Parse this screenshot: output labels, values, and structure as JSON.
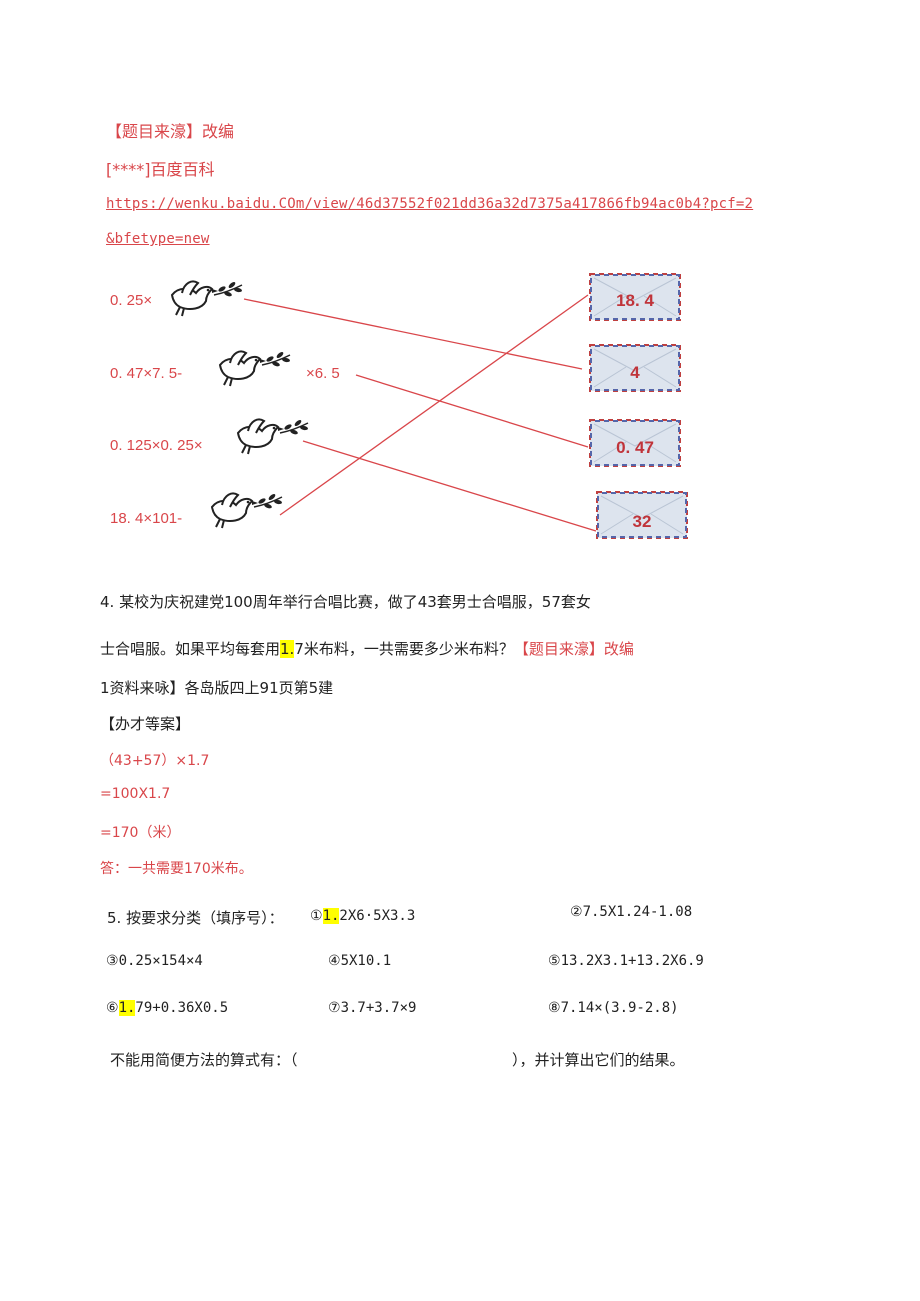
{
  "source1": {
    "label": "【题目来濠】",
    "value": "改编",
    "ref_label": "[****]",
    "ref_value": "百度百科",
    "url_line1": "https://wenku.baidu.COm/view/46d37552f021dd36a32d7375a417866fb94ac0b4?pcf=2",
    "url_line2": "&bfetype=new"
  },
  "matching": {
    "left": [
      "0. 25×",
      "0. 47×7. 5-",
      "×6. 5",
      "0. 125×0. 25×",
      "18. 4×101-"
    ],
    "right": [
      "18. 4",
      "4",
      "0. 47",
      "32"
    ],
    "line_color": "#d9464a"
  },
  "q4": {
    "line1": "4. 某校为庆祝建党100周年举行合唱比赛，做了43套男士合唱服，57套女",
    "line2_a": "士合唱服。如果平均每套用",
    "line2_hl": "1.",
    "line2_b": "7米布料，一共需要多少米布料？",
    "src_label": "【题目来濠】",
    "src_value": "改编",
    "source_line": "1资料来咏】各岛版四上91页第5建",
    "answer_label": "【办才等案】",
    "steps": [
      "（43+57）×1.7",
      "=100X1.7",
      "=170（米）"
    ],
    "final": "答：一共需要170米布。"
  },
  "q5": {
    "prompt": "5. 按要求分类（填序号）：",
    "items": [
      {
        "num": "①",
        "hl": "1.",
        "text": "2X6·5X3.3"
      },
      {
        "num": "②",
        "hl": "",
        "text": "7.5X1.24-1.08"
      },
      {
        "num": "③",
        "hl": "",
        "text": "0.25×154×4"
      },
      {
        "num": "④",
        "hl": "",
        "text": "5X10.1"
      },
      {
        "num": "⑤",
        "hl": "",
        "text": "13.2X3.1+13.2X6.9"
      },
      {
        "num": "⑥",
        "hl": "1.",
        "text": "79+0.36X0.5"
      },
      {
        "num": "⑦",
        "hl": "",
        "text": "3.7+3.7×9"
      },
      {
        "num": "⑧",
        "hl": "",
        "text": "7.14×(3.9-2.8)"
      }
    ],
    "blank_prefix": "不能用简便方法的算式有：（",
    "blank_suffix": "），并计算出它们的结果。"
  }
}
